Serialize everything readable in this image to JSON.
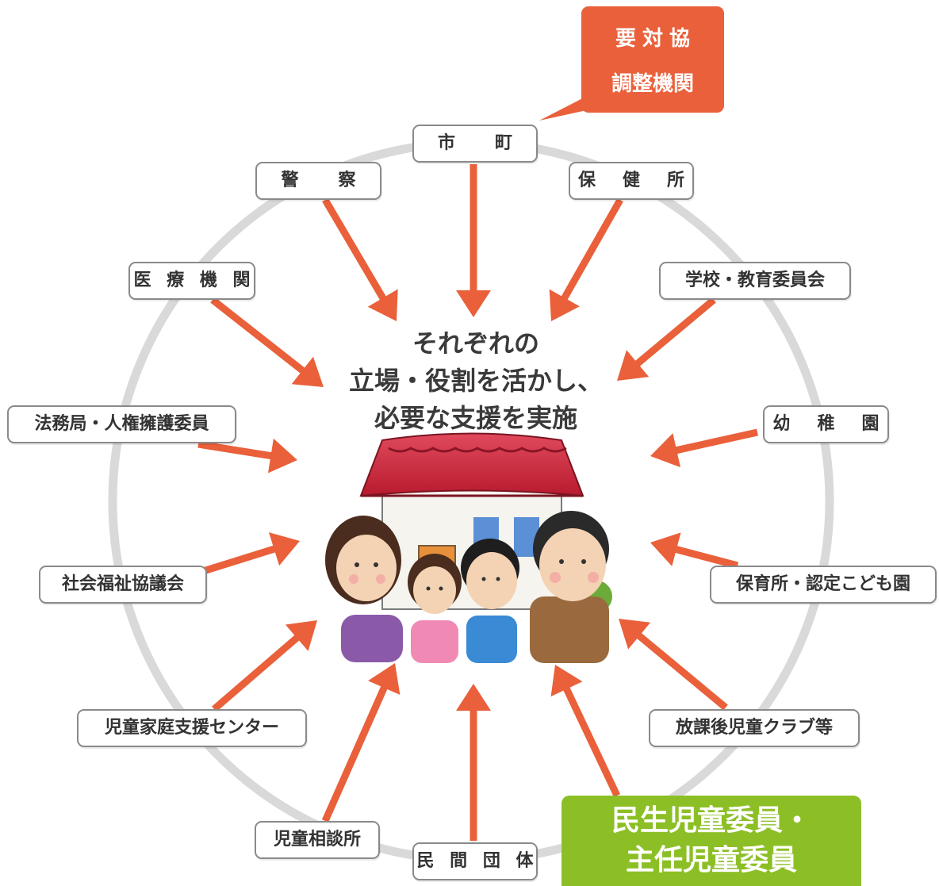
{
  "callout": {
    "line1": "要対協",
    "line2": "調整機関"
  },
  "center_text": {
    "line1": "それぞれの",
    "line2": "立場・役割を活かし、",
    "line3": "必要な支援を実施"
  },
  "organizations": {
    "shichou": "市　町",
    "keisatsu": "警　察",
    "hokenjo": "保　健　所",
    "iryou": "医 療 機 関",
    "gakkou": "学校・教育委員会",
    "houmu": "法務局・人権擁護委員",
    "youchien": "幼　稚　園",
    "shakai": "社会福祉協議会",
    "hoikusho": "保育所・認定こども園",
    "jidou_katei": "児童家庭支援センター",
    "houkago": "放課後児童クラブ等",
    "jidou_soudan": "児童相談所",
    "minkan": "民 間 団 体"
  },
  "highlight": {
    "line1": "民生児童委員・",
    "line2": "主任児童委員"
  },
  "colors": {
    "arrow": "#e9603a",
    "ring": "#d9d9d9",
    "highlight": "#8cbf26",
    "roof": "#c8203a"
  }
}
